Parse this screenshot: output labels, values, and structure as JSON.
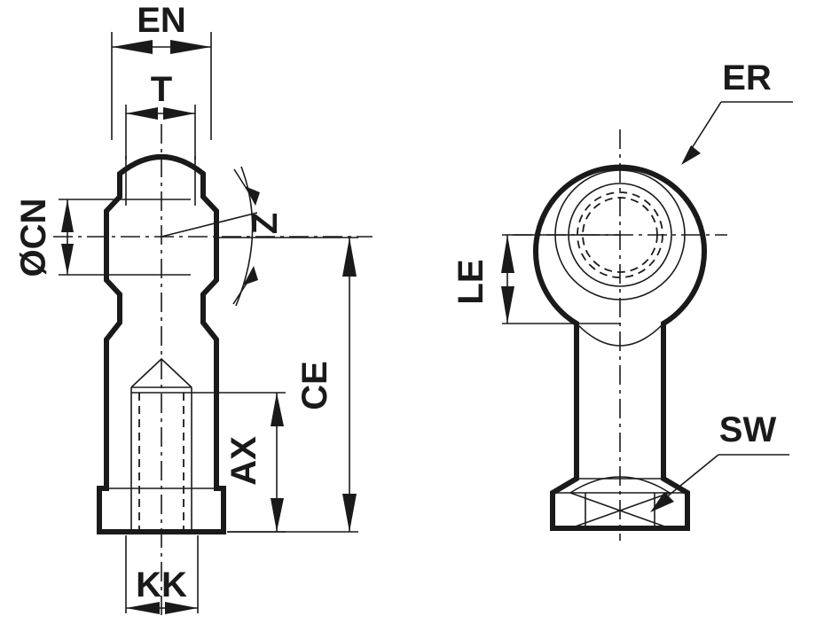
{
  "drawing": {
    "type": "engineering-dimension-drawing",
    "subject": "Rod eye / spherical rod end clevis bearing",
    "background_color": "#ffffff",
    "line_color": "#1a1a1a",
    "views": [
      {
        "name": "side-view",
        "position": "left",
        "description": "Side elevation showing threaded shank, body and spherical bearing eye"
      },
      {
        "name": "front-view",
        "position": "right",
        "description": "Front elevation showing circular eye with concentric bearing races and hexagon flats"
      }
    ],
    "labels": {
      "en": "EN",
      "t": "T",
      "cn": "ØCN",
      "z": "Z",
      "ce": "CE",
      "ax": "AX",
      "kk": "KK",
      "er": "ER",
      "le": "LE",
      "sw": "SW"
    },
    "dimension_list": [
      {
        "tag": "EN",
        "kind": "horizontal",
        "view": "side-view",
        "note": "Overall eye body width"
      },
      {
        "tag": "T",
        "kind": "horizontal",
        "view": "side-view",
        "note": "Bearing/eye thickness"
      },
      {
        "tag": "ØCN",
        "kind": "vertical",
        "view": "side-view",
        "note": "Spherical bearing bore diameter"
      },
      {
        "tag": "Z",
        "kind": "angular",
        "view": "side-view",
        "note": "Swivel angle of bearing"
      },
      {
        "tag": "CE",
        "kind": "vertical",
        "view": "side-view",
        "note": "Overall length from bearing centre to end face"
      },
      {
        "tag": "AX",
        "kind": "vertical",
        "view": "side-view",
        "note": "Hexagon/shank length to end face"
      },
      {
        "tag": "KK",
        "kind": "horizontal",
        "view": "side-view",
        "note": "Thread size of shank"
      },
      {
        "tag": "ER",
        "kind": "leader",
        "view": "front-view",
        "note": "Outer eye diameter"
      },
      {
        "tag": "LE",
        "kind": "vertical",
        "view": "front-view",
        "note": "Eye head height below centre"
      },
      {
        "tag": "SW",
        "kind": "leader",
        "view": "front-view",
        "note": "Spanner width across hexagon flats"
      }
    ]
  }
}
